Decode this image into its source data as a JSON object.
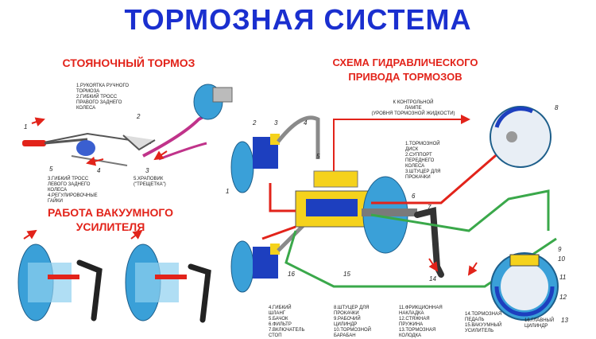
{
  "title": "ТОРМОЗНАЯ СИСТЕМА",
  "parking": {
    "heading": "СТОЯНОЧНЫЙ ТОРМОЗ",
    "legend_top": "1.РУКОЯТКА РУЧНОГО\nТОРМОЗА\n2.ГИБКИЙ ТРОСС\nПРАВОГО ЗАДНЕГО\nКОЛЕСА",
    "legend_bottom_left": "3.ГИБКИЙ ТРОСС\nЛЕВОГО ЗАДНЕГО\nКОЛЕСА\n4.РЕГУЛИРОВОЧНЫЕ\nГАЙКИ",
    "legend_bottom_right": "5.ХРАПОВИК\n(\"ТРЕЩЕТКА\")",
    "numbers": [
      "1",
      "2",
      "3",
      "4",
      "5"
    ]
  },
  "vacuum": {
    "heading_line1": "РАБОТА ВАКУУМНОГО",
    "heading_line2": "УСИЛИТЕЛЯ"
  },
  "hydraulic": {
    "heading_line1": "СХЕМА ГИДРАВЛИЧЕСКОГО",
    "heading_line2": "ПРИВОДА ТОРМОЗОВ",
    "lamp_label": "К КОНТРОЛЬНОЙ\nЛАМПЕ\n(УРОВНЯ ТОРМОЗНОЙ ЖИДКОСТИ)",
    "legend_disk": "1.ТОРМОЗНОЙ\nДИСК\n2.СУППОРТ\nПЕРЕДНЕГО\nКОЛЕСА\n3.ШТУЦЕР ДЛЯ\nПРОКАЧКИ",
    "bottom_legend": [
      "4.ГИБКИЙ\nШЛАНГ\n5.БАЧОК\n6.ФИЛЬТР\n7.ВКЛЮЧАТЕЛЬ\nСТОП",
      "8.ШТУЦЕР ДЛЯ\nПРОКАЧКИ\n9.РАБОЧИЙ\nЦИЛИНДР\n10.ТОРМОЗНОЙ\nБАРАБАН",
      "11.ФРИКЦИОННАЯ\nНАКЛАДКА\n12.СТЯЖНАЯ\nПРУЖИНА\n13.ТОРМОЗНАЯ\nКОЛОДКА",
      "14.ТОРМОЗНАЯ\nПЕДАЛЬ\n15.ВАКУУМНЫЙ\nУСИЛИТЕЛЬ",
      "16.ГЛАВНЫЙ\nЦИЛИНДР"
    ],
    "numbers": [
      "1",
      "2",
      "3",
      "4",
      "5",
      "6",
      "7",
      "8",
      "9",
      "10",
      "11",
      "12",
      "13",
      "14",
      "15",
      "16"
    ]
  },
  "colors": {
    "title": "#1a2fcf",
    "heading": "#e2231a",
    "line_red": "#e2231a",
    "line_green": "#3aa84a",
    "fill_blue": "#3aa0d8",
    "fill_yellow": "#f5d21c",
    "pipe": "#8a8a8a"
  }
}
